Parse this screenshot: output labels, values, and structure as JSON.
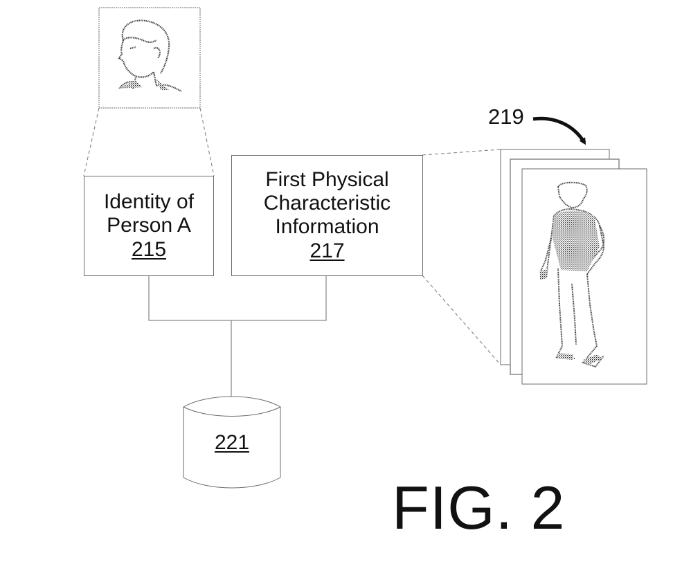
{
  "figure": {
    "label": "FIG. 2"
  },
  "nodes": {
    "identity": {
      "lines": [
        "Identity of",
        "Person A"
      ],
      "ref": "215"
    },
    "physical": {
      "lines": [
        "First Physical",
        "Characteristic",
        "Information"
      ],
      "ref": "217"
    },
    "database": {
      "ref": "221",
      "shape": "cylinder"
    },
    "image_stack": {
      "ref": "219",
      "frames": 3,
      "content": "full-body person illustration"
    },
    "face_image": {
      "content": "head-and-shoulders portrait illustration"
    }
  },
  "edges": [
    {
      "from": "identity",
      "to": "database",
      "style": "solid"
    },
    {
      "from": "physical",
      "to": "database",
      "style": "solid"
    },
    {
      "from": "face_image",
      "to": "identity",
      "style": "dashed-projection"
    },
    {
      "from": "image_stack",
      "to": "physical",
      "style": "dashed-projection"
    }
  ],
  "colors": {
    "stroke": "#6b6b6b",
    "text": "#111111",
    "background": "#ffffff"
  }
}
